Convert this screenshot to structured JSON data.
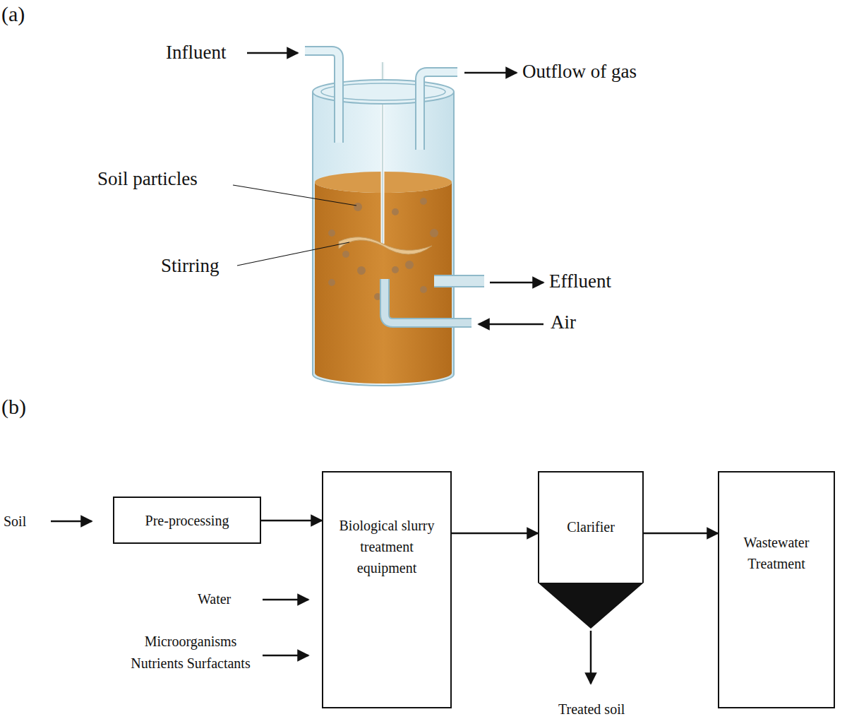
{
  "diagram": {
    "nodes": [
      {
        "text": [
          "Pre-processing"
        ]
      },
      {
        "text": [
          "Biological slurry treatment equipment"
        ]
      },
      {
        "text": [
          "Clarifier"
        ]
      },
      {
        "text": [
          "Wastewater Treatment"
        ]
      }
    ],
    "edges": [
      {
        "from": 0,
        "to": 1,
        "arrow": "to"
      },
      {
        "from": 1,
        "to": 2,
        "arrow": "to"
      },
      {
        "from": 2,
        "to": 3,
        "arrow": "to"
      }
    ],
    "labels": [
      "(a)",
      "Influent",
      "Outflow of gas",
      "Soil particles",
      "Stirring",
      "Effluent",
      "Air",
      "(b)",
      "Soil",
      "Water",
      "Microorganisms Nutrients Surfactants",
      "Treated soil"
    ]
  }
}
